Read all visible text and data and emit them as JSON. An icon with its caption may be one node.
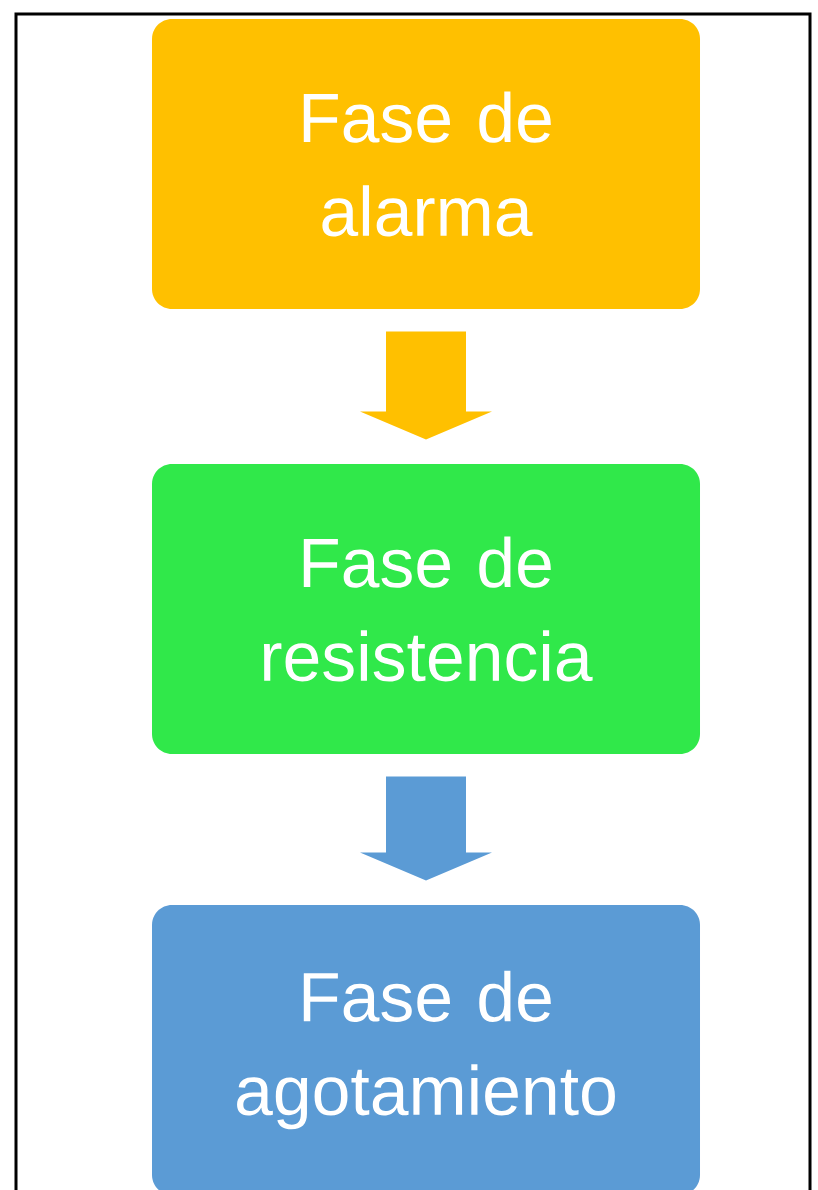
{
  "diagram": {
    "nodes": [
      {
        "text": [
          "Fase de alarma"
        ]
      },
      {
        "text": [
          "Fase de resistencia"
        ]
      },
      {
        "text": [
          "Fase de agotamiento"
        ]
      }
    ],
    "edges": [
      {
        "from": 0,
        "to": 1,
        "arrow": "to",
        "color": "#ffc000"
      },
      {
        "from": 1,
        "to": 2,
        "arrow": "to",
        "color": "#5b9bd5"
      }
    ]
  }
}
